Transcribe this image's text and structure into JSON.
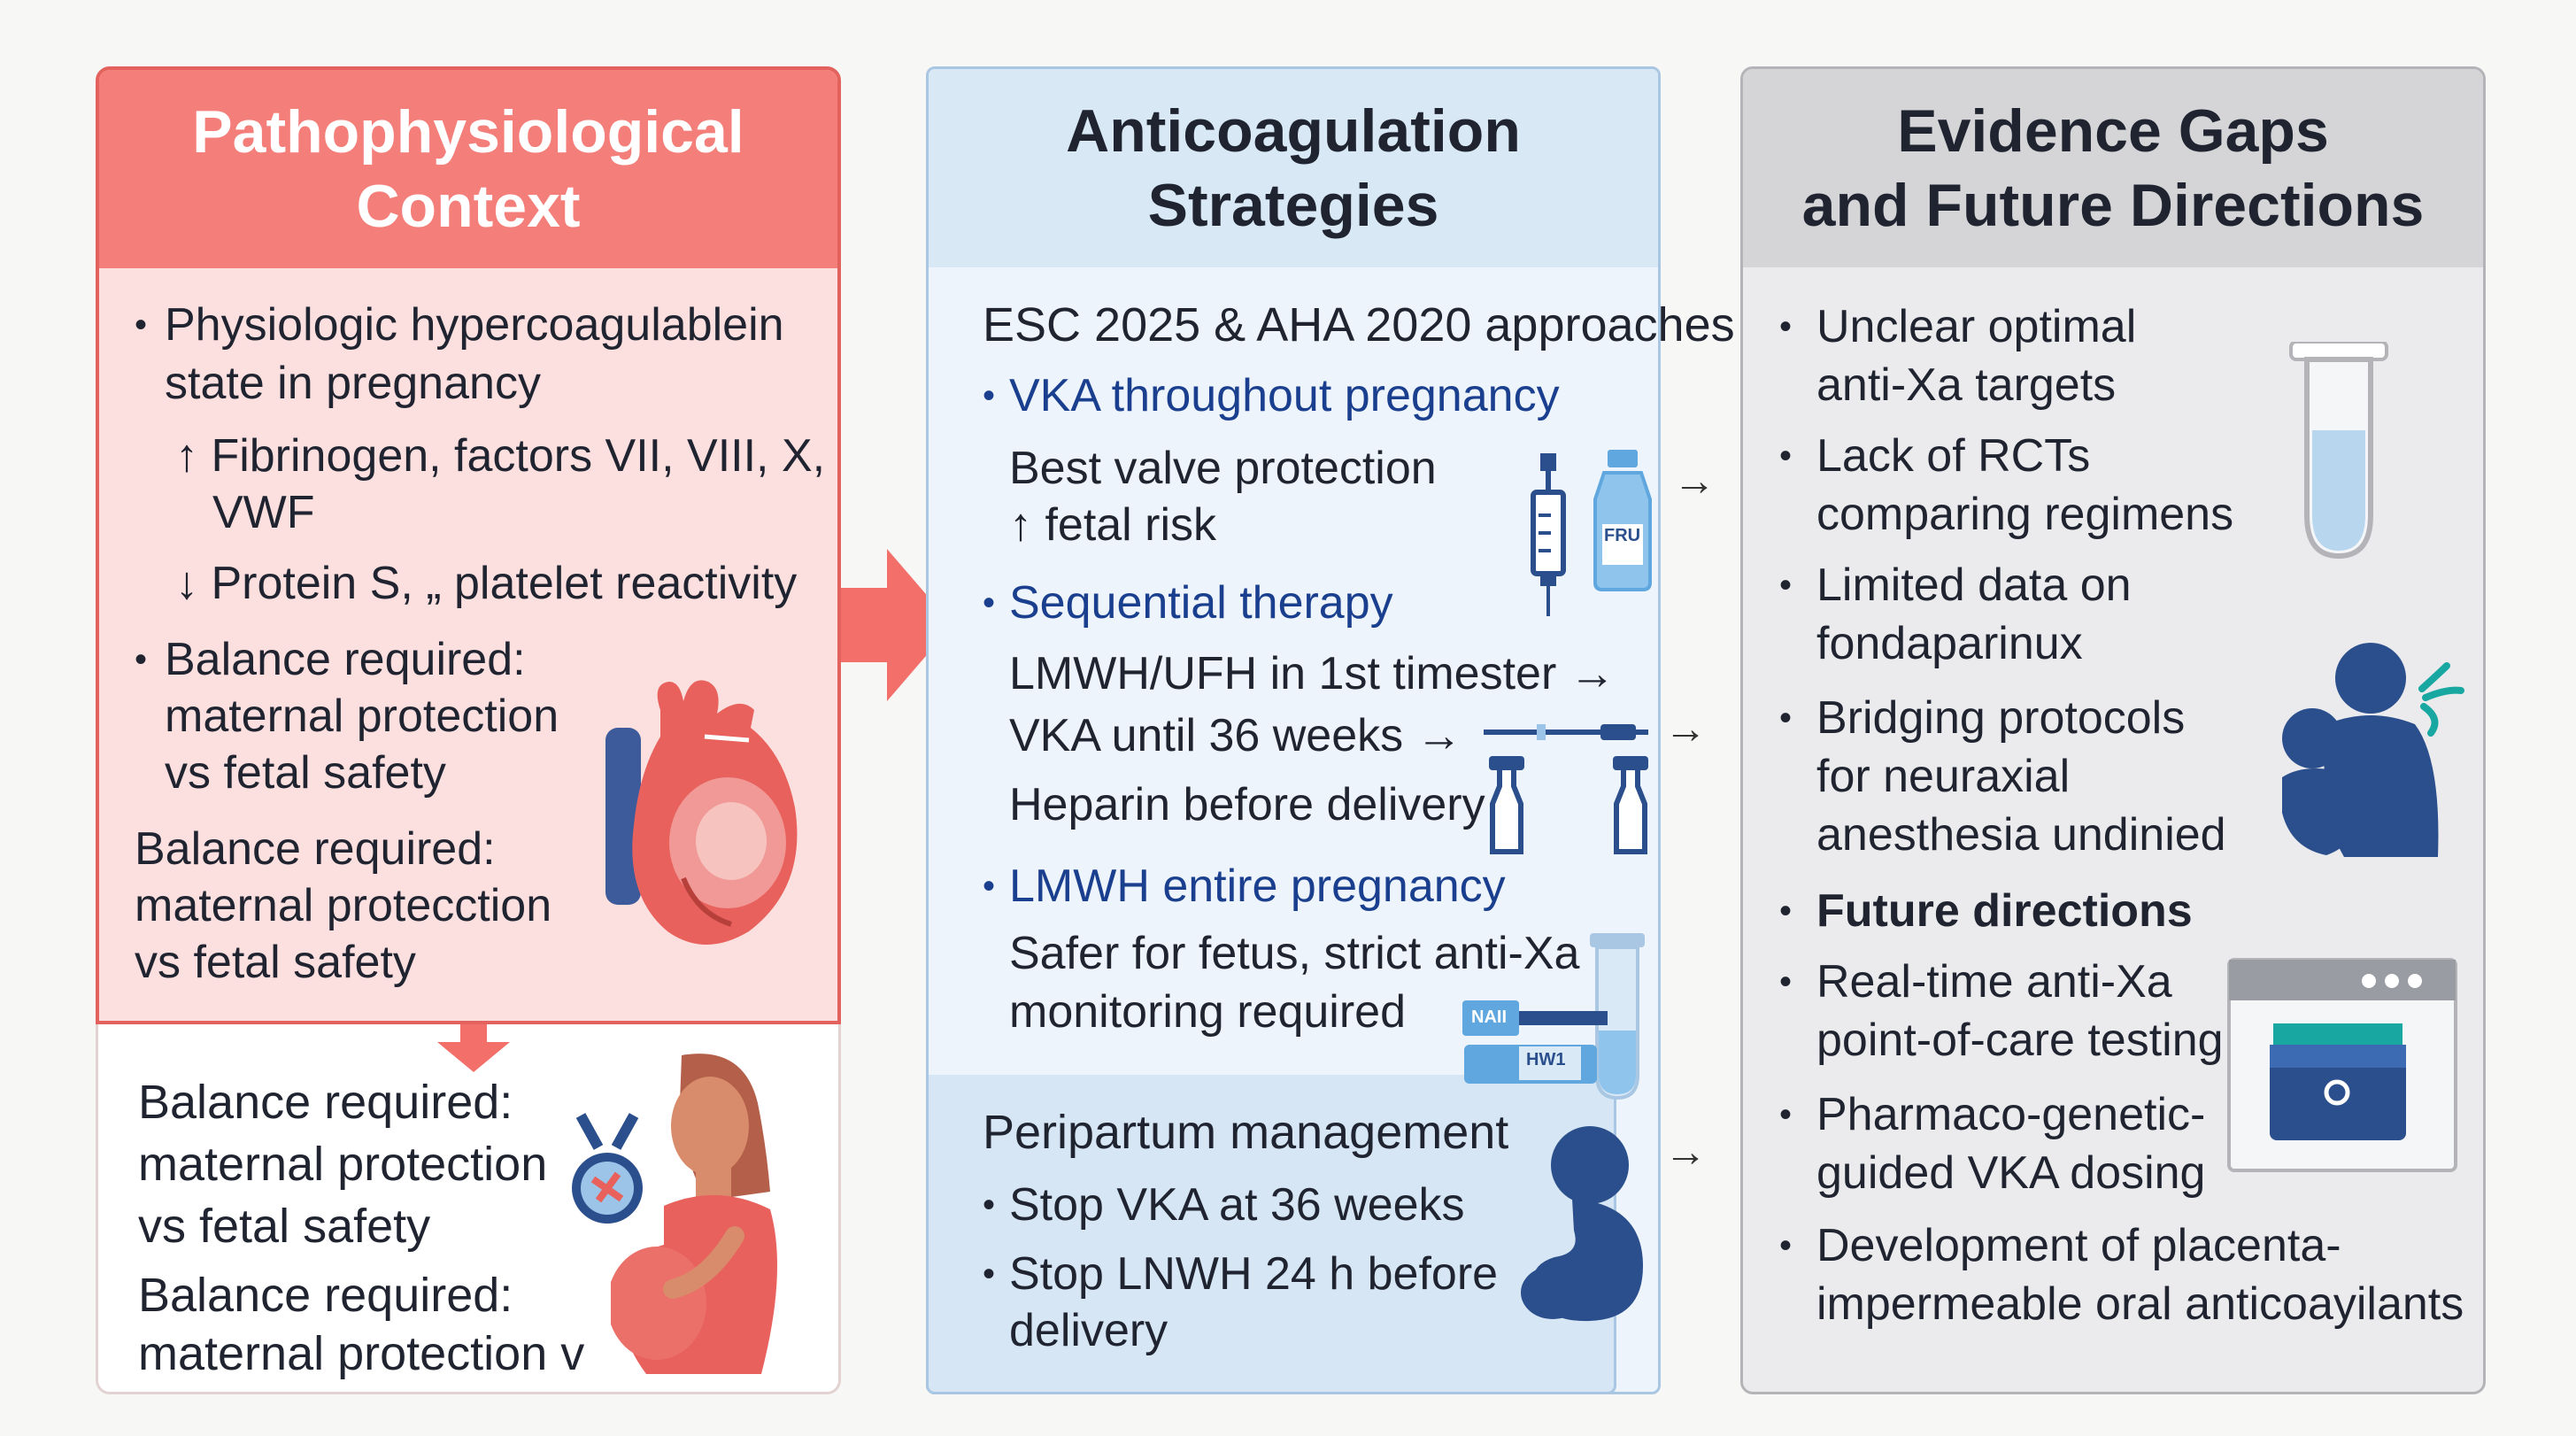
{
  "colors": {
    "left_header": "#f47f7a",
    "left_body": "#fce0df",
    "left_border": "#e4625d",
    "mid_header": "#d8e8f5",
    "mid_body": "#edf4fb",
    "mid_border": "#a9c6e2",
    "right_header": "#d5d5d8",
    "right_body": "#ebebed",
    "right_border": "#b4b4b8",
    "accent_blue": "#1b3f8f",
    "icon_navy": "#2b4f8c",
    "arrow_red": "#f26f6a"
  },
  "left": {
    "title_line1": "Pathophysiological",
    "title_line2": "Context",
    "item1_line1": "Physiologic hypercoagulablein",
    "item1_line2": "state in pregnancy",
    "sub1_line1": "↑ Fibrinogen, factors VII, VIII, X,",
    "sub1_line2": "VWF",
    "sub2": "↓ Protein S, „ platelet reactivity",
    "item2_line1": "Balance required:",
    "item2_line2": "maternal protection",
    "item2_line3": "vs fetal safety",
    "para_line1": "Balance required:",
    "para_line2": "maternal protecction",
    "para_line3": "vs fetal safety",
    "lower_line1": "Balance required:",
    "lower_line2": "maternal protection",
    "lower_line3": "vs fetal safety",
    "lower_line4": "Balance required:",
    "lower_line5": "maternal protection v"
  },
  "middle": {
    "title_line1": "Anticoagulation",
    "title_line2": "Strategies",
    "subtitle": "ESC 2025 & AHA 2020 approaches",
    "opt1_title": "VKA throughout pregnancy",
    "opt1_line1": "Best valve protection",
    "opt1_line2": "↑ fetal risk",
    "vial_label": "FRU",
    "opt2_title": "Sequential therapy",
    "opt2_line1": "LMWH/UFH in 1st timester →",
    "opt2_line2": "VKA until 36 weeks →",
    "opt2_line3": "Heparin before delivery",
    "opt3_title": "LMWH entire pregnancy",
    "opt3_line1": "Safer for fetus, strict anti-Xa",
    "opt3_line2": "monitoring required",
    "device_label1": "NAII",
    "device_label2": "HW1",
    "peri_title": "Peripartum management",
    "peri_line1": "Stop VKA at 36 weeks",
    "peri_line2": "Stop LNWH 24 h before",
    "peri_line3": "delivery"
  },
  "right": {
    "title_line1": "Evidence Gaps",
    "title_line2": "and Future Directions",
    "g1_line1": "Unclear optimal",
    "g1_line2": "anti-Xa targets",
    "g2_line1": "Lack of RCTs",
    "g2_line2": "comparing regimens",
    "g3_line1": "Limited data on",
    "g3_line2": "fondaparinux",
    "g4_line1": "Bridging protocols",
    "g4_line2": "for neuraxial",
    "g4_line3": "anesthesia undinied",
    "future_title": "Future directions",
    "f1_line1": "Real-time anti-Xa",
    "f1_line2": "point-of-care testing",
    "f2_line1": "Pharmaco-genetic-",
    "f2_line2": "guided VKA dosing",
    "f3_line1": "Development of placenta-",
    "f3_line2": "impermeable oral anticoayilants"
  }
}
